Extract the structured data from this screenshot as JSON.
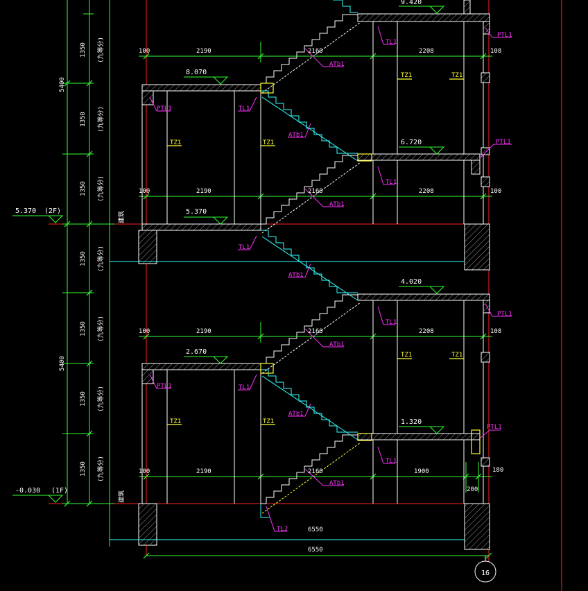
{
  "drawing": {
    "axis_bubble": "16",
    "levels": {
      "floor2_mark": "5.370",
      "floor2_tag": "(2F)",
      "floor1_mark": "-0.030",
      "floor1_tag": "(1F)",
      "landing_9420": "9.420",
      "landing_8070": "8.070",
      "landing_6720": "6.720",
      "landing_5370": "5.370",
      "landing_4020": "4.020",
      "landing_2670": "2.670",
      "landing_1320": "1.320"
    },
    "vertical_dims": {
      "step_height": "1350",
      "floor_height": "5400",
      "step_note": "(九等分)",
      "side_note": "建筑"
    },
    "horizontal_dims": {
      "d100": "100",
      "d2190": "2190",
      "d2160": "2160",
      "d2208": "2208",
      "d108": "108",
      "d1900": "1900",
      "d200": "200",
      "d180": "180",
      "d6550": "6550"
    },
    "member_tags": {
      "ptl1": "PTL1",
      "tl1": "TL1",
      "tl2": "TL2",
      "atb1": "ATb1",
      "tz1": "TZ1"
    }
  },
  "colors": {
    "background": "#000000",
    "axis_red": "#ff2222",
    "dim_green": "#33ff33",
    "outline_white": "#ffffff",
    "tag_magenta": "#ff33ff",
    "tag_yellow": "#ffff33",
    "stair_cyan": "#33ffff"
  }
}
